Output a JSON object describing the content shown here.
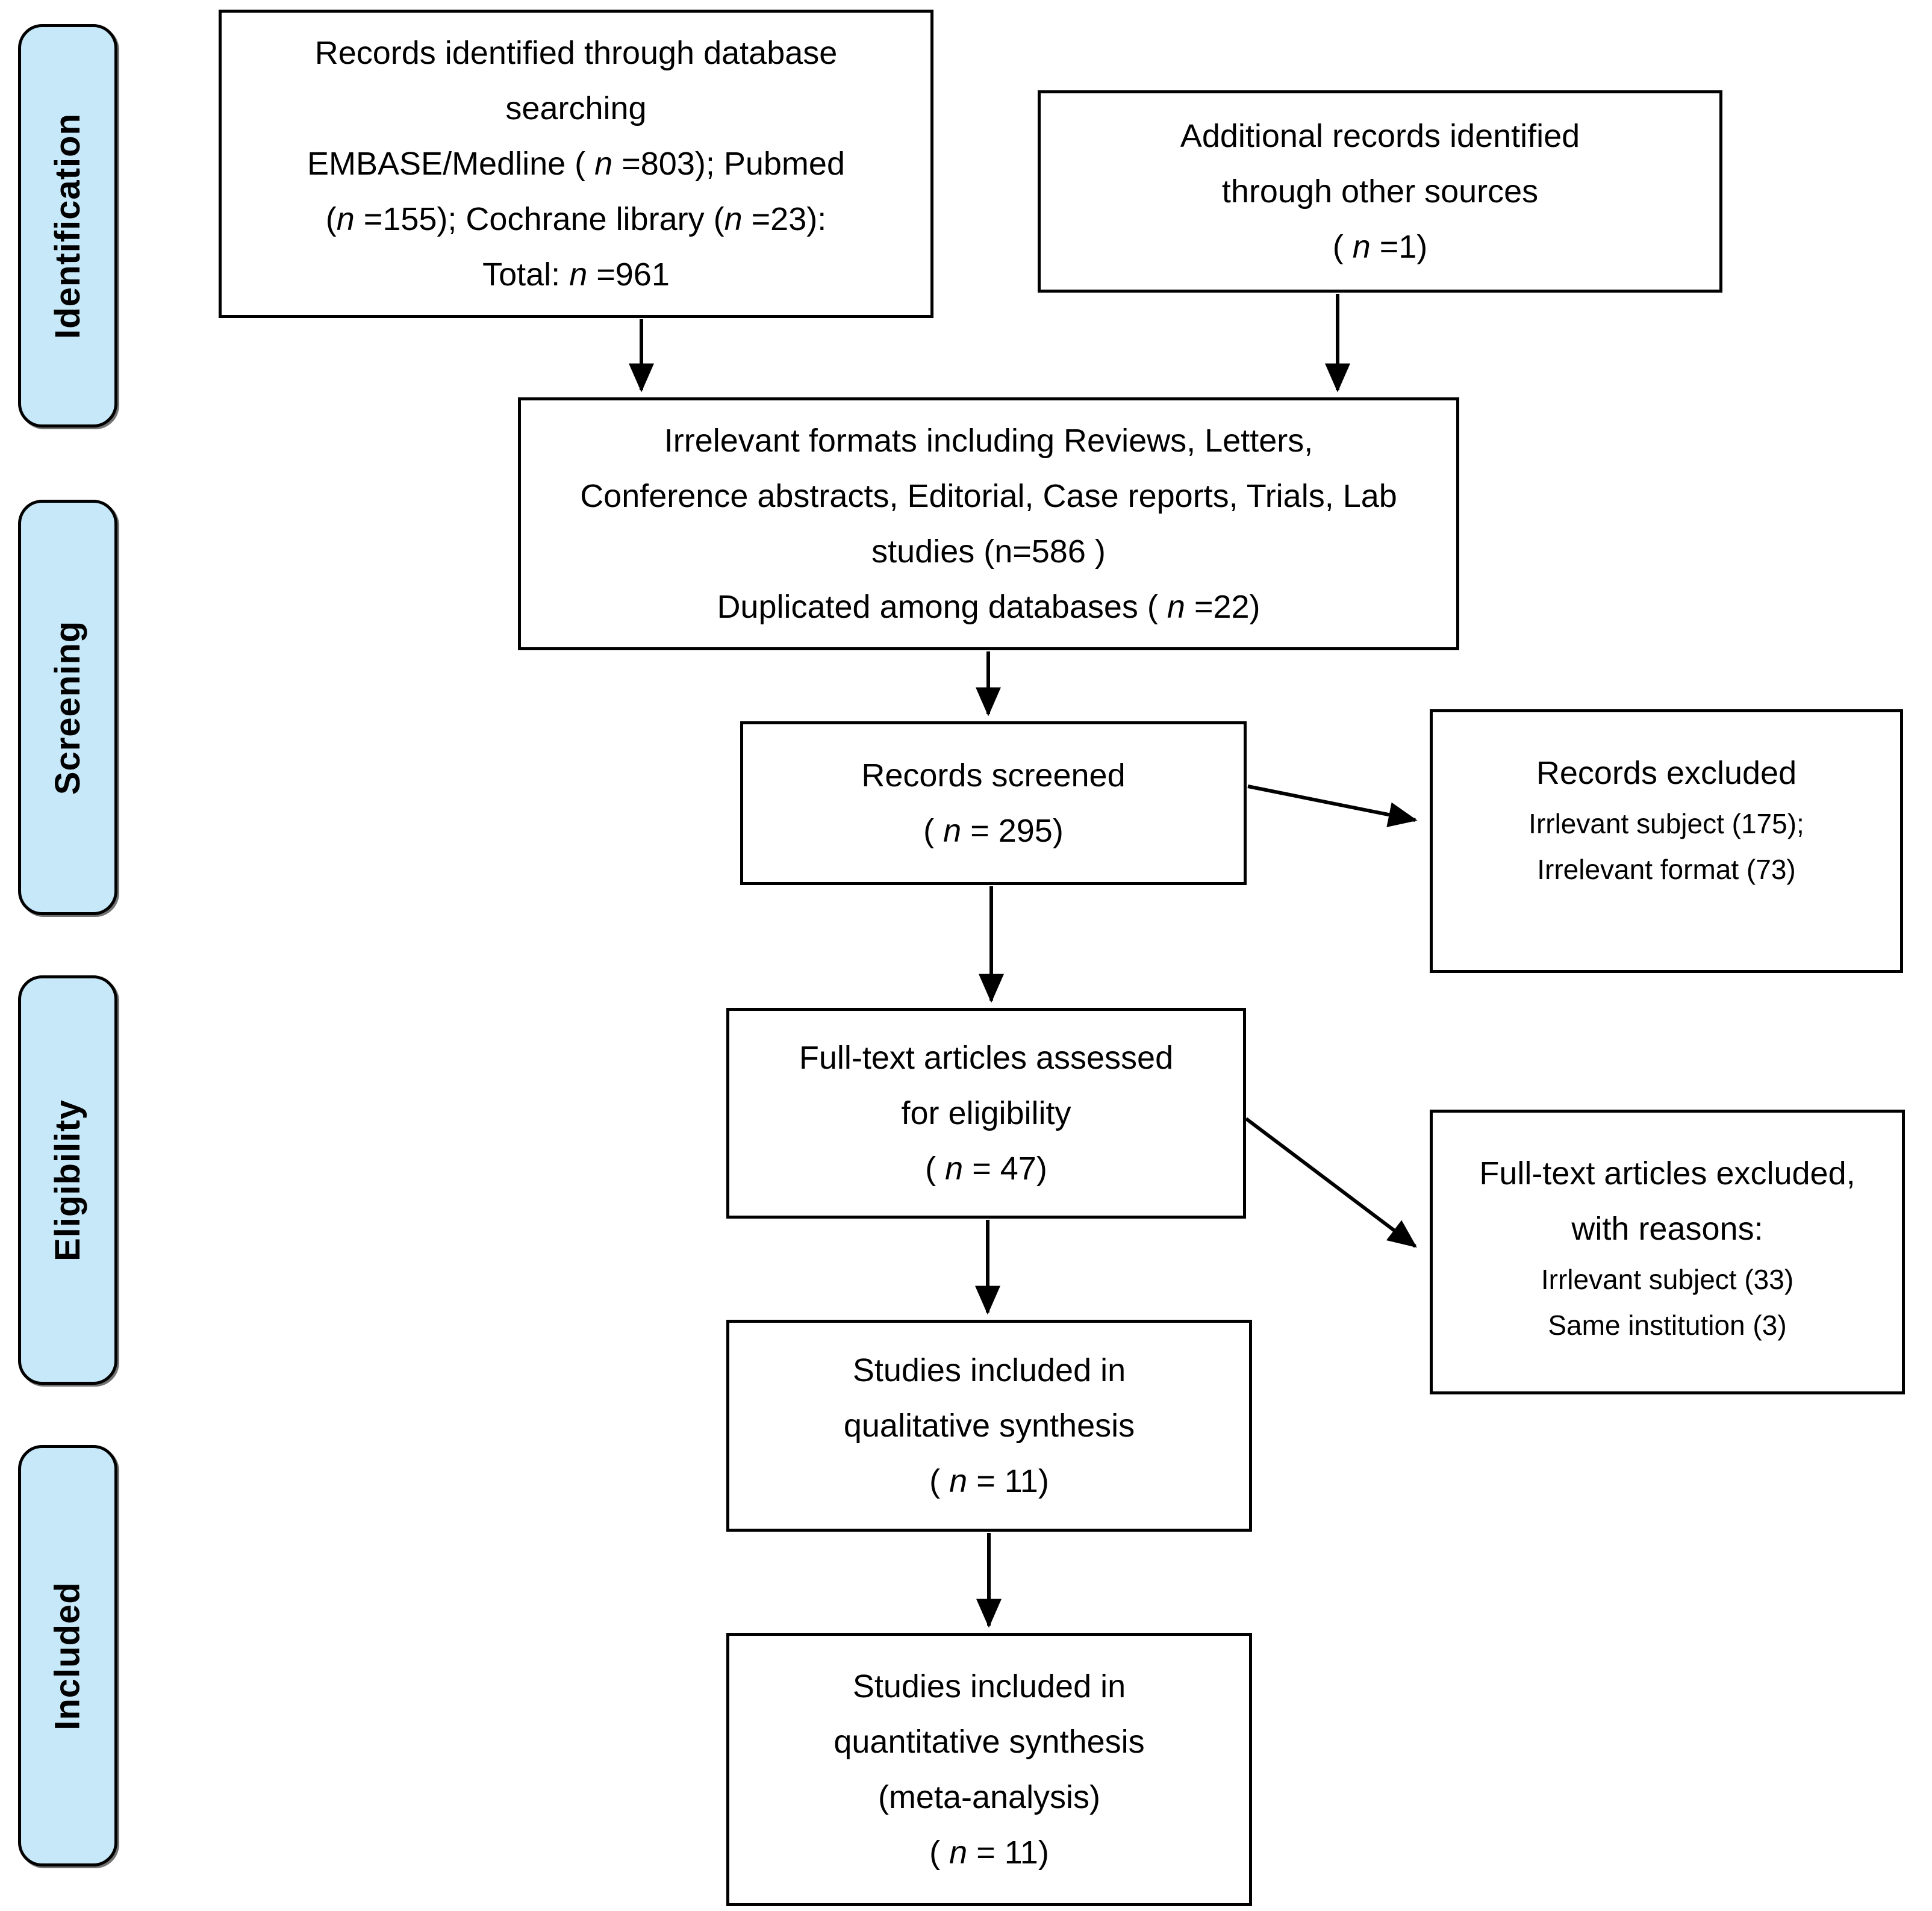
{
  "colors": {
    "stage_fill": "#c7e8f8",
    "border": "#000000",
    "background": "#ffffff",
    "text": "#000000"
  },
  "stages": [
    {
      "id": "identification",
      "label": "Identification"
    },
    {
      "id": "screening",
      "label": "Screening"
    },
    {
      "id": "eligibility",
      "label": "Eligibility"
    },
    {
      "id": "included",
      "label": "Included"
    }
  ],
  "boxes": [
    {
      "id": "records-identified",
      "lines": [
        "Records identified through database",
        "searching",
        "EMBASE/Medline ( n =803); Pubmed",
        "(n =155); Cochrane library (n =23):",
        "Total: n =961"
      ]
    },
    {
      "id": "additional-records",
      "lines": [
        "Additional records identified",
        "through other sources",
        "( n =1)"
      ]
    },
    {
      "id": "irrelevant-formats",
      "lines": [
        "Irrelevant formats including Reviews, Letters,",
        "Conference abstracts, Editorial, Case reports, Trials, Lab",
        "studies (n=586 )",
        "Duplicated among databases ( n =22)"
      ]
    },
    {
      "id": "records-screened",
      "lines": [
        "Records screened",
        "( n = 295)"
      ]
    },
    {
      "id": "records-excluded",
      "lines": [
        "Records excluded"
      ],
      "details": [
        "Irrlevant subject (175);",
        "Irrelevant format (73)"
      ]
    },
    {
      "id": "fulltext-assessed",
      "lines": [
        "Full-text articles assessed",
        "for eligibility",
        "( n = 47)"
      ]
    },
    {
      "id": "fulltext-excluded",
      "lines": [
        "Full-text articles excluded,",
        "with reasons:"
      ],
      "details": [
        "Irrlevant subject (33)",
        "Same institution (3)"
      ]
    },
    {
      "id": "qualitative-synthesis",
      "lines": [
        "Studies included in",
        "qualitative synthesis",
        "( n = 11)"
      ]
    },
    {
      "id": "quantitative-synthesis",
      "lines": [
        "Studies included in",
        "quantitative synthesis",
        "(meta-analysis)",
        "( n = 11)"
      ]
    }
  ],
  "arrows": [
    {
      "from": "records-identified",
      "to": "irrelevant-formats"
    },
    {
      "from": "additional-records",
      "to": "irrelevant-formats"
    },
    {
      "from": "irrelevant-formats",
      "to": "records-screened"
    },
    {
      "from": "records-screened",
      "to": "records-excluded"
    },
    {
      "from": "records-screened",
      "to": "fulltext-assessed"
    },
    {
      "from": "fulltext-assessed",
      "to": "fulltext-excluded"
    },
    {
      "from": "fulltext-assessed",
      "to": "qualitative-synthesis"
    },
    {
      "from": "qualitative-synthesis",
      "to": "quantitative-synthesis"
    }
  ]
}
